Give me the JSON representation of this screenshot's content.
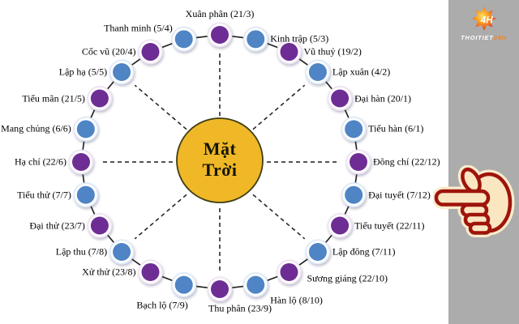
{
  "diagram": {
    "center_label": "Mặt Trời",
    "nodes": [
      {
        "label": "Xuân phân (21/3)",
        "color": "purple",
        "spoke": true
      },
      {
        "label": "Kinh trập (5/3)",
        "color": "blue",
        "spoke": false
      },
      {
        "label": "Vũ thuỷ (19/2)",
        "color": "purple",
        "spoke": false
      },
      {
        "label": "Lập xuân (4/2)",
        "color": "blue",
        "spoke": true
      },
      {
        "label": "Đại hàn (20/1)",
        "color": "purple",
        "spoke": false
      },
      {
        "label": "Tiểu hàn (6/1)",
        "color": "blue",
        "spoke": false
      },
      {
        "label": "Đông chí (22/12)",
        "color": "purple",
        "spoke": true
      },
      {
        "label": "Đại tuyết (7/12)",
        "color": "blue",
        "spoke": false
      },
      {
        "label": "Tiểu tuyết (22/11)",
        "color": "purple",
        "spoke": false
      },
      {
        "label": "Lập đông (7/11)",
        "color": "blue",
        "spoke": true
      },
      {
        "label": "Sương giáng (22/10)",
        "color": "purple",
        "spoke": false
      },
      {
        "label": "Hàn lộ (8/10)",
        "color": "blue",
        "spoke": false
      },
      {
        "label": "Thu phân (23/9)",
        "color": "purple",
        "spoke": true
      },
      {
        "label": "Bạch lộ (7/9)",
        "color": "blue",
        "spoke": false
      },
      {
        "label": "Xử thử (23/8)",
        "color": "purple",
        "spoke": false
      },
      {
        "label": "Lập thu (7/8)",
        "color": "blue",
        "spoke": true
      },
      {
        "label": "Đại thử (23/7)",
        "color": "purple",
        "spoke": false
      },
      {
        "label": "Tiểu thử (7/7)",
        "color": "blue",
        "spoke": false
      },
      {
        "label": "Hạ chí (22/6)",
        "color": "purple",
        "spoke": true
      },
      {
        "label": "Mang chủng (6/6)",
        "color": "blue",
        "spoke": false
      },
      {
        "label": "Tiểu mãn (21/5)",
        "color": "purple",
        "spoke": false
      },
      {
        "label": "Lập hạ (5/5)",
        "color": "blue",
        "spoke": true
      },
      {
        "label": "Cốc vũ (20/4)",
        "color": "purple",
        "spoke": false
      },
      {
        "label": "Thanh minh (5/4)",
        "color": "blue",
        "spoke": false
      }
    ],
    "colors": {
      "purple": "#6E2D94",
      "purple_halo": "#EFE2F4",
      "blue": "#4F84C5",
      "blue_halo": "#DEEAF8",
      "sun_fill": "#F0B827",
      "sun_stroke": "#3E3E14",
      "line": "#1C1C1C"
    }
  },
  "sidebar": {
    "background": "#ACACAC"
  },
  "logo": {
    "badge": "4H",
    "text_main": "THOITIET",
    "text_accent": "24H"
  },
  "pointer": {
    "shape": "hand-pointing-left",
    "fill": "#FBE6C2",
    "stroke": "#9E140B",
    "points_at": "Đại tuyết (7/12)"
  }
}
